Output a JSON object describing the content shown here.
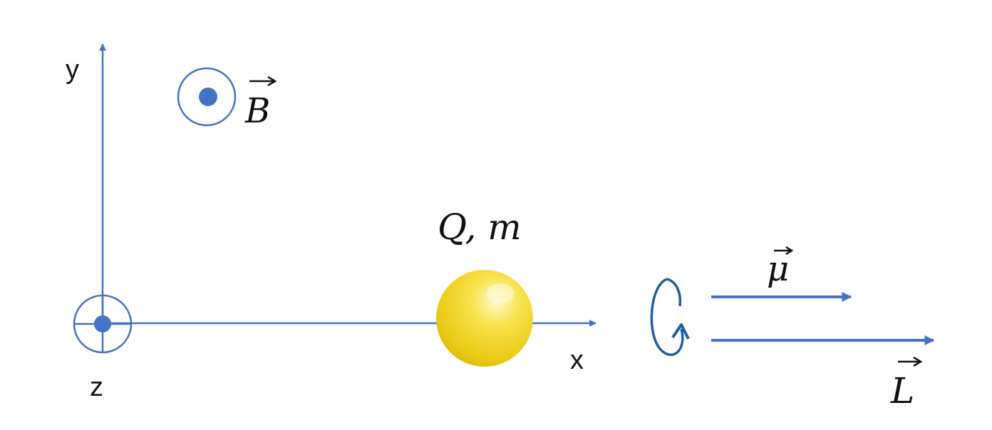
{
  "diagram": {
    "labels": {
      "y_axis": "y",
      "x_axis": "x",
      "z_axis": "z",
      "magnetic_field": "B",
      "particle": "Q, m",
      "magnetic_moment": "μ",
      "angular_momentum": "L"
    },
    "colors": {
      "axis": "#4472c4",
      "dot": "#4472c4",
      "rotation_arrow": "#1f5fa0",
      "sphere_light": "#fff7a8",
      "sphere_mid": "#f5dc2a",
      "sphere_dark": "#d8b80c",
      "text": "#111111"
    },
    "icons": {
      "out_of_page_symbol": "circle-dot-icon",
      "rotation": "counterclockwise-rotation-icon"
    }
  }
}
